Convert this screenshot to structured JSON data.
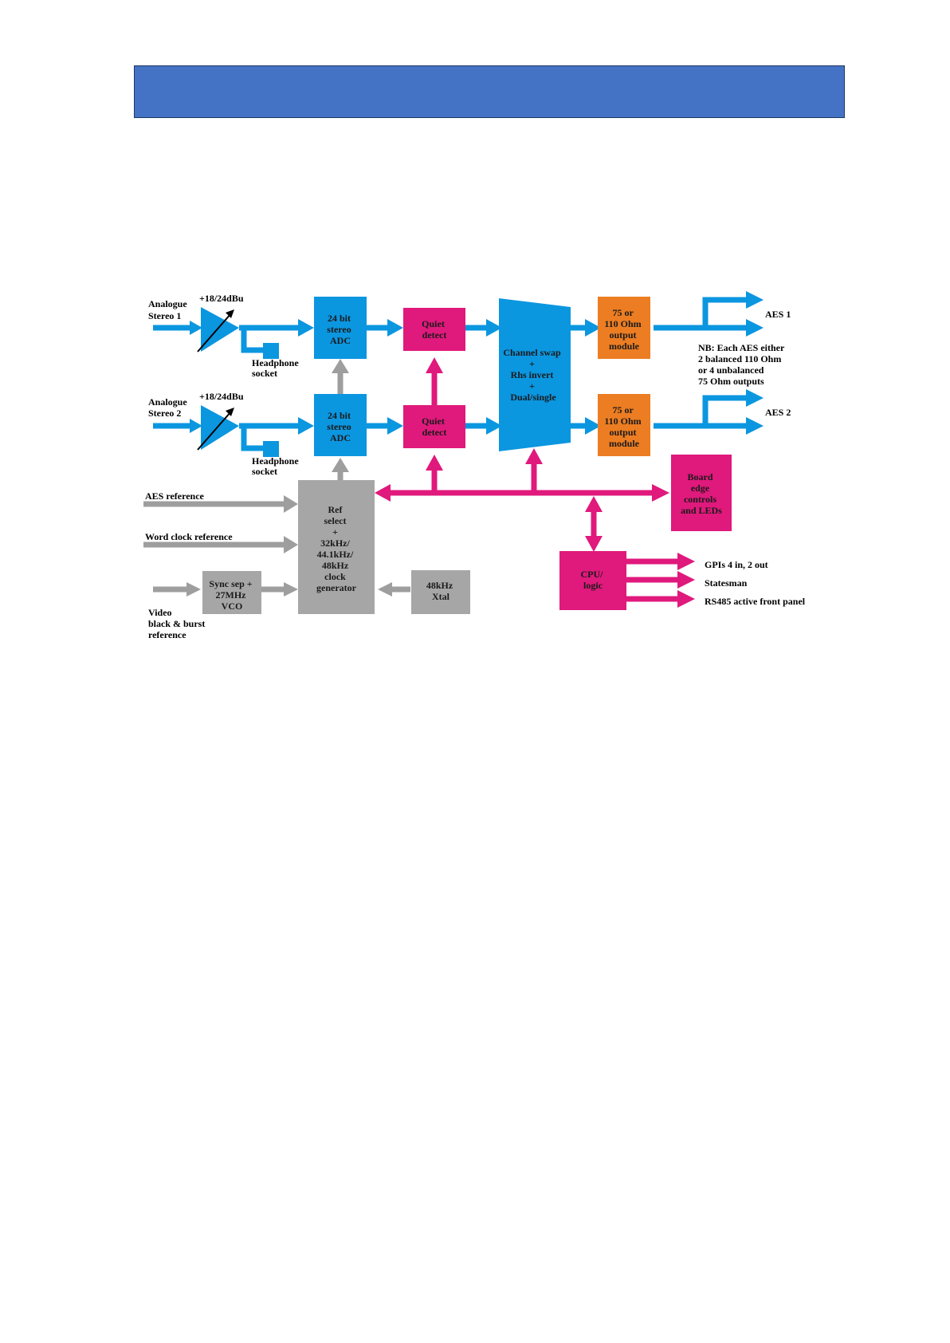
{
  "colors": {
    "header": "#4472c4",
    "audio_path": "#0b96e0",
    "control_bus": "#e0197c",
    "reference": "#9e9e9e",
    "output_module": "#ec7d22",
    "ref_block": "#a6a6a6"
  },
  "diagram": {
    "inputs": {
      "analogue1": [
        "Analogue",
        "Stereo 1"
      ],
      "analogue2": [
        "Analogue",
        "Stereo 2"
      ],
      "gain1": "+18/24dBu",
      "gain2": "+18/24dBu",
      "headphone1": [
        "Headphone",
        "socket"
      ],
      "headphone2": [
        "Headphone",
        "socket"
      ]
    },
    "blocks": {
      "adc1": [
        "24 bit",
        "stereo",
        "ADC"
      ],
      "adc2": [
        "24 bit",
        "stereo",
        "ADC"
      ],
      "quiet1": [
        "Quiet",
        "detect"
      ],
      "quiet2": [
        "Quiet",
        "detect"
      ],
      "channel": [
        "Channel swap",
        "+",
        "Rhs invert",
        "+",
        "Dual/single"
      ],
      "out1": [
        "75 or",
        "110 Ohm",
        "output",
        "module"
      ],
      "out2": [
        "75 or",
        "110 Ohm",
        "output",
        "module"
      ],
      "board": [
        "Board",
        "edge",
        "controls",
        "and LEDs"
      ],
      "cpu": [
        "CPU/",
        "logic"
      ],
      "ref": [
        "Ref",
        "select",
        "+",
        "32kHz/",
        "44.1kHz/",
        "48kHz",
        "clock",
        "generator"
      ],
      "sync": [
        "Sync sep +",
        "27MHz",
        "VCO"
      ],
      "xtal": [
        "48kHz",
        "Xtal"
      ]
    },
    "outputs": {
      "aes1": "AES 1",
      "aes2": "AES 2",
      "note": [
        "NB: Each AES either",
        "2  balanced  110  Ohm",
        "or   4   unbalanced",
        "75    Ohm    outputs"
      ]
    },
    "references": {
      "aes_ref": "AES reference",
      "word_clock": "Word clock reference",
      "video": [
        "Video",
        "black & burst",
        "reference"
      ]
    },
    "cpu_outputs": {
      "gpi": "GPIs 4 in, 2 out",
      "statesman": "Statesman",
      "rs485": "RS485 active front panel"
    }
  }
}
